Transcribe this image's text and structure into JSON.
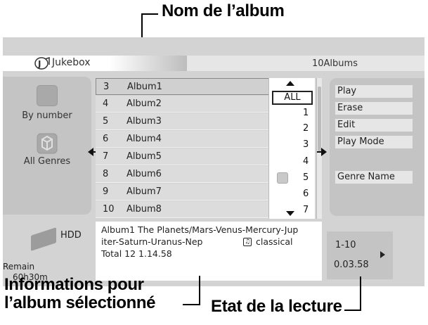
{
  "annotations": {
    "album_name": "Nom de l’album",
    "info_line1": "Informations pour",
    "info_line2": "l’album sélectionné",
    "playback_state": "Etat de la lecture"
  },
  "header": {
    "title": "Jukebox",
    "album_count": "10Albums"
  },
  "left_panel": {
    "by_number": "By number",
    "all_genres": "All Genres"
  },
  "albums": [
    {
      "num": "3",
      "name": "Album1",
      "selected": true
    },
    {
      "num": "4",
      "name": "Album2"
    },
    {
      "num": "5",
      "name": "Album3"
    },
    {
      "num": "6",
      "name": "Album4"
    },
    {
      "num": "7",
      "name": "Album5"
    },
    {
      "num": "8",
      "name": "Album6"
    },
    {
      "num": "9",
      "name": "Album7"
    },
    {
      "num": "10",
      "name": "Album8"
    }
  ],
  "number_column": {
    "all": "ALL",
    "items": [
      "1",
      "2",
      "3",
      "4",
      "5",
      "6",
      "7"
    ]
  },
  "menu": {
    "play": "Play",
    "erase": "Erase",
    "edit": "Edit",
    "play_mode": "Play Mode",
    "genre_name": "Genre Name"
  },
  "info": {
    "line1": "Album1  The Planets/Mars-Venus-Mercury-Jup",
    "line2": "iter-Saturn-Uranus-Nep",
    "genre": "classical",
    "line3": "Total 12  1.14.58"
  },
  "storage": {
    "device": "HDD",
    "remain_label": "Remain",
    "remain_value": "60h30m"
  },
  "playback": {
    "range": "1-10",
    "time": "0.03.58"
  }
}
